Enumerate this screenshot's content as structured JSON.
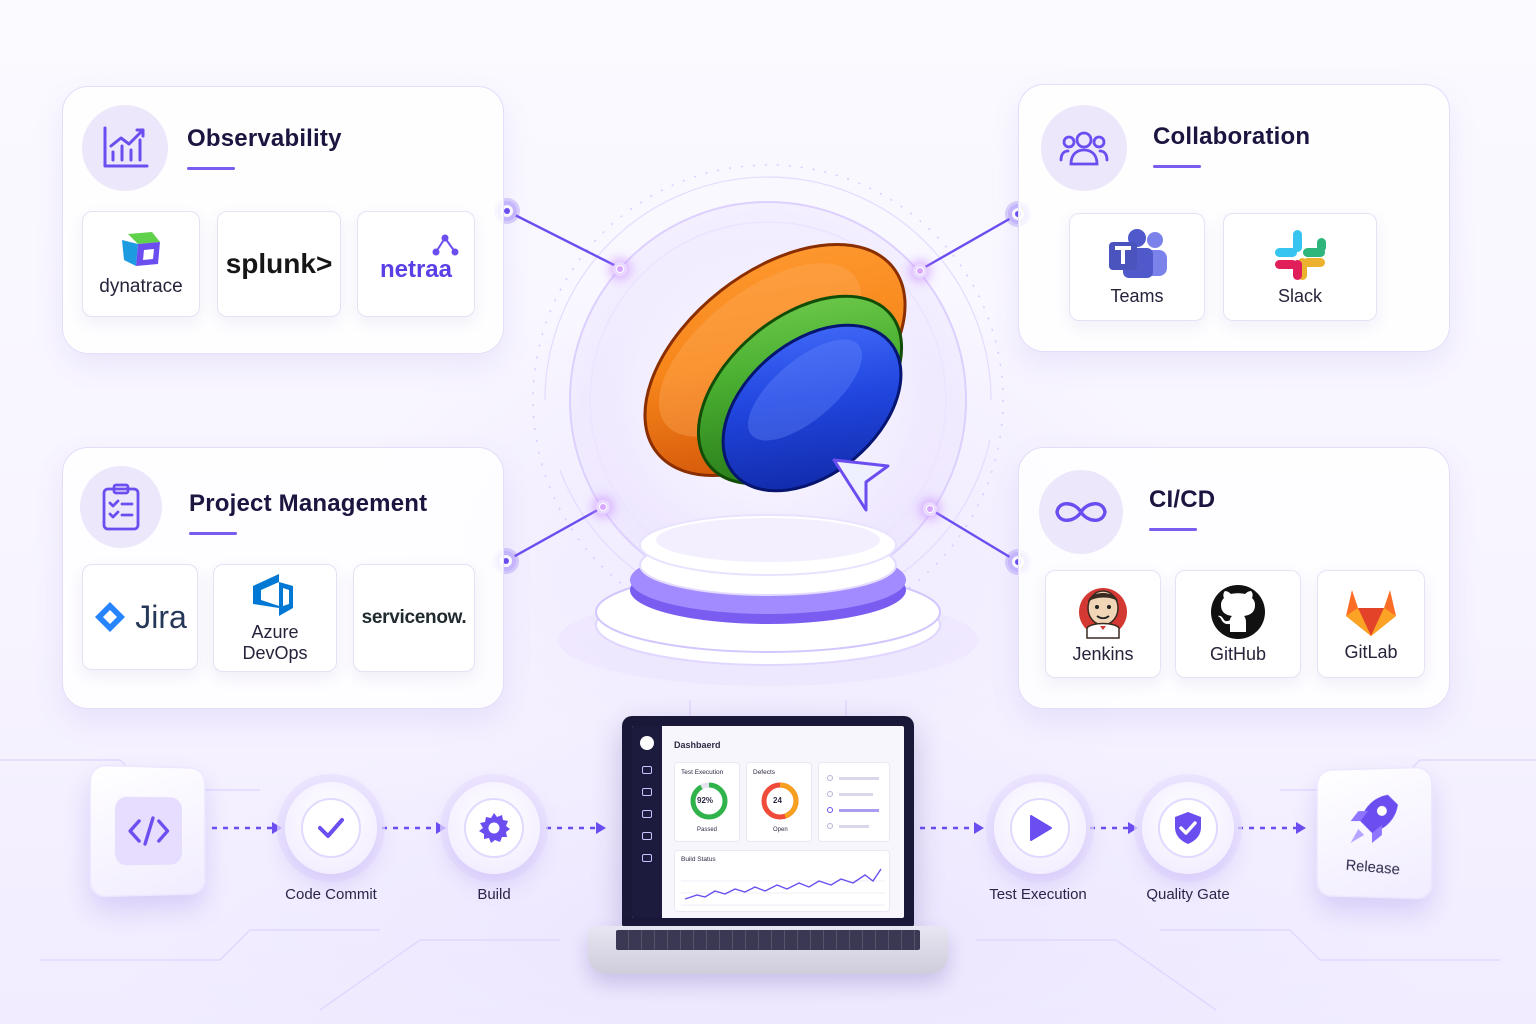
{
  "categories": {
    "observability": {
      "title": "Observability",
      "tools": [
        "dynatrace",
        "splunk>",
        "netraa"
      ]
    },
    "collaboration": {
      "title": "Collaboration",
      "tools": [
        "Teams",
        "Slack"
      ]
    },
    "project_management": {
      "title": "Project Management",
      "tools": [
        "Jira",
        "Azure",
        "DevOps",
        "servicenow."
      ]
    },
    "cicd": {
      "title": "CI/CD",
      "tools": [
        "Jenkins",
        "GitHub",
        "GitLab"
      ]
    }
  },
  "pipeline": {
    "steps": [
      "Code Commit",
      "Build",
      "Test Execution",
      "Quality Gate",
      "Release"
    ]
  },
  "dashboard": {
    "title": "Dashbaerd",
    "test_execution_label": "Test Execution",
    "test_execution_value": "92%",
    "test_execution_status": "Passed",
    "defects_label": "Defects",
    "defects_value": "24",
    "defects_status": "Open",
    "build_status_label": "Build Status"
  },
  "colors": {
    "accent": "#6c4ef0",
    "logo_orange": "#f07a12",
    "logo_green": "#3c9e2a",
    "logo_blue": "#1c3ecf"
  },
  "icons": {
    "observability": "bar-chart-trend-icon",
    "collaboration": "users-icon",
    "project_management": "clipboard-checklist-icon",
    "cicd": "infinity-icon",
    "code": "code-brackets-icon",
    "commit": "checkmark-icon",
    "build": "gear-icon",
    "test": "play-icon",
    "quality": "shield-check-icon",
    "release": "rocket-icon"
  }
}
